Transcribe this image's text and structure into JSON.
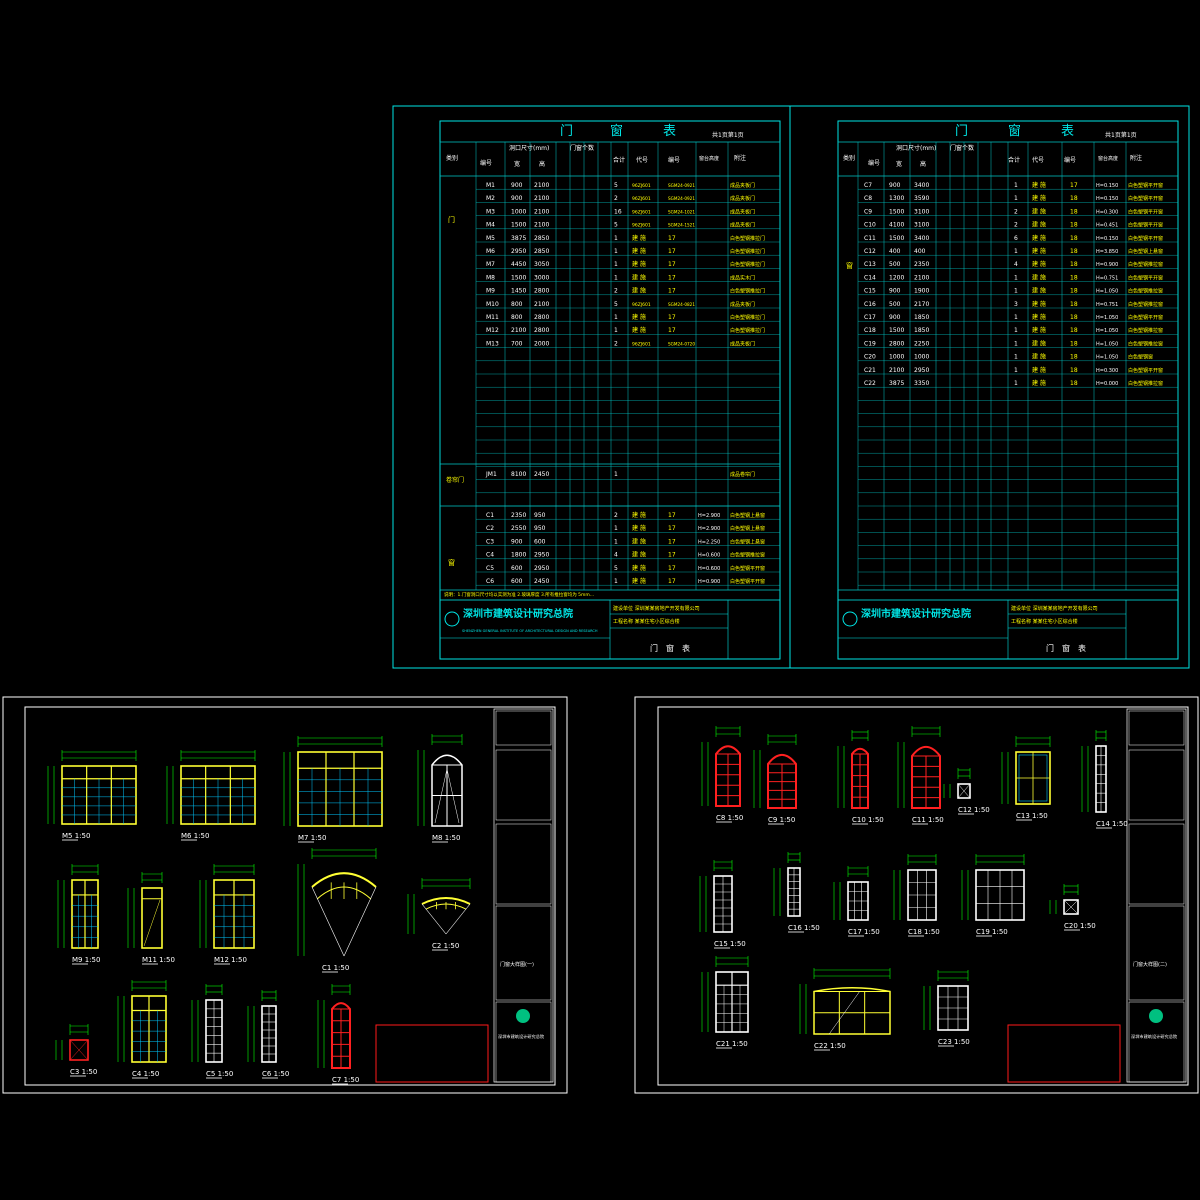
{
  "colors": {
    "frame": "#00e5e5",
    "table_grid": "#00c8c8",
    "text_main": "#ffffff",
    "text_yellow": "#ffff00",
    "elev_yellow": "#ffff33",
    "elev_red": "#ff2020",
    "dim_green": "#00ff00",
    "title_block": "#ffffff",
    "stamp_red": "#ff1a1a"
  },
  "sheet1": {
    "title_chars": [
      "门",
      "窗",
      "表"
    ],
    "sheet_no": "共1页第1页",
    "col_headers": {
      "category": "类别",
      "code": "编号",
      "size": "洞口尺寸(mm)",
      "width": "宽",
      "height": "高",
      "count": "门窗个数",
      "total": "合计",
      "code_ref": "代号",
      "serial": "编号",
      "sill": "窗台高度",
      "note": "附注"
    },
    "groups": {
      "door": "门",
      "rolling": "卷帘门",
      "window": "窗"
    },
    "door_rows": [
      {
        "code": "M1",
        "w": "900",
        "h": "2100",
        "total": "5",
        "ref": "96ZJ601",
        "ser": "SGM24-0921",
        "note": "成品夹板门"
      },
      {
        "code": "M2",
        "w": "900",
        "h": "2100",
        "total": "2",
        "ref": "96ZJ601",
        "ser": "SGM24-0921",
        "note": "成品夹板门"
      },
      {
        "code": "M3",
        "w": "1000",
        "h": "2100",
        "total": "16",
        "ref": "96ZJ601",
        "ser": "SGM24-1021",
        "note": "成品夹板门"
      },
      {
        "code": "M4",
        "w": "1500",
        "h": "2100",
        "total": "5",
        "ref": "96ZJ601",
        "ser": "SGM24-1521",
        "note": "成品夹板门"
      },
      {
        "code": "M5",
        "w": "3875",
        "h": "2850",
        "total": "1",
        "ref": "建 施",
        "ser": "17",
        "note": "白色塑钢推拉门"
      },
      {
        "code": "M6",
        "w": "2950",
        "h": "2850",
        "total": "1",
        "ref": "建 施",
        "ser": "17",
        "note": "白色塑钢推拉门"
      },
      {
        "code": "M7",
        "w": "4450",
        "h": "3050",
        "total": "1",
        "ref": "建 施",
        "ser": "17",
        "note": "白色塑钢推拉门"
      },
      {
        "code": "M8",
        "w": "1500",
        "h": "3000",
        "total": "1",
        "ref": "建 施",
        "ser": "17",
        "note": "成品实木门"
      },
      {
        "code": "M9",
        "w": "1450",
        "h": "2800",
        "total": "2",
        "ref": "建 施",
        "ser": "17",
        "note": "白色塑钢推拉门"
      },
      {
        "code": "M10",
        "w": "800",
        "h": "2100",
        "total": "5",
        "ref": "96ZJ601",
        "ser": "SGM24-0821",
        "note": "成品夹板门"
      },
      {
        "code": "M11",
        "w": "800",
        "h": "2800",
        "total": "1",
        "ref": "建 施",
        "ser": "17",
        "note": "白色塑钢推拉门"
      },
      {
        "code": "M12",
        "w": "2100",
        "h": "2800",
        "total": "1",
        "ref": "建 施",
        "ser": "17",
        "note": "白色塑钢推拉门"
      },
      {
        "code": "M13",
        "w": "700",
        "h": "2000",
        "total": "2",
        "ref": "96ZJ601",
        "ser": "SGM24-0720",
        "note": "成品夹板门"
      }
    ],
    "rolling_rows": [
      {
        "code": "JM1",
        "w": "8100",
        "h": "2450",
        "total": "1",
        "ref": "",
        "ser": "",
        "note": "成品卷帘门"
      }
    ],
    "window_rows": [
      {
        "code": "C1",
        "w": "2350",
        "h": "950",
        "total": "2",
        "ref": "建 施",
        "ser": "17",
        "sill": "H=2.900",
        "note": "白色塑钢上悬窗"
      },
      {
        "code": "C2",
        "w": "2550",
        "h": "950",
        "total": "1",
        "ref": "建 施",
        "ser": "17",
        "sill": "H=2.900",
        "note": "白色塑钢上悬窗"
      },
      {
        "code": "C3",
        "w": "900",
        "h": "600",
        "total": "1",
        "ref": "建 施",
        "ser": "17",
        "sill": "H=2.250",
        "note": "白色塑钢上悬窗"
      },
      {
        "code": "C4",
        "w": "1800",
        "h": "2950",
        "total": "4",
        "ref": "建 施",
        "ser": "17",
        "sill": "H=0.600",
        "note": "白色塑钢推拉窗"
      },
      {
        "code": "C5",
        "w": "600",
        "h": "2950",
        "total": "5",
        "ref": "建 施",
        "ser": "17",
        "sill": "H=0.600",
        "note": "白色塑钢平开窗"
      },
      {
        "code": "C6",
        "w": "600",
        "h": "2450",
        "total": "1",
        "ref": "建 施",
        "ser": "17",
        "sill": "H=0.900",
        "note": "白色塑钢平开窗"
      }
    ],
    "footnote": "说明：1.门窗洞口尺寸均以实测为准 2.玻璃厚度 3.所有推拉窗均为 5mm...",
    "company": "深圳市建筑设计研究总院",
    "company_en": "SHENZHEN GENERAL INSTITUTE OF ARCHITECTURAL DESIGN AND RESEARCH",
    "client_line": "建设单位 深圳某某房地产开发有限公司",
    "project_line": "工程名称 某某住宅小区综合楼",
    "drawing_name": "门　窗　表"
  },
  "sheet2": {
    "title_chars": [
      "门",
      "窗",
      "表"
    ],
    "sheet_no": "共1页第1页",
    "window_rows": [
      {
        "code": "C7",
        "w": "900",
        "h": "3400",
        "total": "1",
        "ref": "建 施",
        "ser": "17",
        "sill": "H=0.150",
        "note": "白色塑钢平开窗"
      },
      {
        "code": "C8",
        "w": "1300",
        "h": "3590",
        "total": "1",
        "ref": "建 施",
        "ser": "18",
        "sill": "H=0.150",
        "note": "白色塑钢平开窗"
      },
      {
        "code": "C9",
        "w": "1500",
        "h": "3100",
        "total": "2",
        "ref": "建 施",
        "ser": "18",
        "sill": "H=0.300",
        "note": "白色塑钢平开窗"
      },
      {
        "code": "C10",
        "w": "4100",
        "h": "3100",
        "total": "2",
        "ref": "建 施",
        "ser": "18",
        "sill": "H=0.451",
        "note": "白色塑钢平开窗"
      },
      {
        "code": "C11",
        "w": "1500",
        "h": "3400",
        "total": "6",
        "ref": "建 施",
        "ser": "18",
        "sill": "H=0.150",
        "note": "白色塑钢平开窗"
      },
      {
        "code": "C12",
        "w": "400",
        "h": "400",
        "total": "1",
        "ref": "建 施",
        "ser": "18",
        "sill": "H=3.850",
        "note": "白色塑钢上悬窗"
      },
      {
        "code": "C13",
        "w": "500",
        "h": "2350",
        "total": "4",
        "ref": "建 施",
        "ser": "18",
        "sill": "H=0.900",
        "note": "白色塑钢推拉窗"
      },
      {
        "code": "C14",
        "w": "1200",
        "h": "2100",
        "total": "1",
        "ref": "建 施",
        "ser": "18",
        "sill": "H=0.751",
        "note": "白色塑钢平开窗"
      },
      {
        "code": "C15",
        "w": "900",
        "h": "1900",
        "total": "1",
        "ref": "建 施",
        "ser": "18",
        "sill": "H=1.050",
        "note": "白色塑钢推拉窗"
      },
      {
        "code": "C16",
        "w": "500",
        "h": "2170",
        "total": "3",
        "ref": "建 施",
        "ser": "18",
        "sill": "H=0.751",
        "note": "白色塑钢推拉窗"
      },
      {
        "code": "C17",
        "w": "900",
        "h": "1850",
        "total": "1",
        "ref": "建 施",
        "ser": "18",
        "sill": "H=1.050",
        "note": "白色塑钢平开窗"
      },
      {
        "code": "C18",
        "w": "1500",
        "h": "1850",
        "total": "1",
        "ref": "建 施",
        "ser": "18",
        "sill": "H=1.050",
        "note": "白色塑钢推拉窗"
      },
      {
        "code": "C19",
        "w": "2800",
        "h": "2250",
        "total": "1",
        "ref": "建 施",
        "ser": "18",
        "sill": "H=1.050",
        "note": "白色塑钢推拉窗"
      },
      {
        "code": "C20",
        "w": "1000",
        "h": "1000",
        "total": "1",
        "ref": "建 施",
        "ser": "18",
        "sill": "H=1.050",
        "note": "白色塑钢窗"
      },
      {
        "code": "C21",
        "w": "2100",
        "h": "2950",
        "total": "1",
        "ref": "建 施",
        "ser": "18",
        "sill": "H=0.300",
        "note": "白色塑钢平开窗"
      },
      {
        "code": "C22",
        "w": "3875",
        "h": "3350",
        "total": "1",
        "ref": "建 施",
        "ser": "18",
        "sill": "H=0.000",
        "note": "白色塑钢推拉窗"
      }
    ],
    "company": "深圳市建筑设计研究总院",
    "client_line": "建设单位 深圳某某房地产开发有限公司",
    "project_line": "工程名称 某某住宅小区综合楼",
    "drawing_name": "门　窗　表"
  },
  "sheet3": {
    "elevations": [
      {
        "label": "M5 1:50",
        "kind": "slider",
        "panels": 3,
        "color": "yellow"
      },
      {
        "label": "M6 1:50",
        "kind": "slider",
        "panels": 3,
        "color": "yellow"
      },
      {
        "label": "M7 1:50",
        "kind": "slider",
        "panels": 3,
        "color": "yellow"
      },
      {
        "label": "M8 1:50",
        "kind": "arch",
        "color": "white"
      },
      {
        "label": "M9 1:50",
        "kind": "slider",
        "panels": 2,
        "color": "yellow"
      },
      {
        "label": "M11 1:50",
        "kind": "single",
        "color": "yellow"
      },
      {
        "label": "M12 1:50",
        "kind": "slider",
        "panels": 2,
        "color": "yellow"
      },
      {
        "label": "C1 1:50",
        "kind": "fan",
        "color": "yellow"
      },
      {
        "label": "C2 1:50",
        "kind": "fan_small",
        "color": "yellow"
      },
      {
        "label": "C3 1:50",
        "kind": "small",
        "color": "red"
      },
      {
        "label": "C4 1:50",
        "kind": "slider",
        "panels": 2,
        "color": "yellow"
      },
      {
        "label": "C5 1:50",
        "kind": "tall",
        "color": "white"
      },
      {
        "label": "C6 1:50",
        "kind": "tall",
        "color": "white"
      },
      {
        "label": "C7 1:50",
        "kind": "tall_arch",
        "color": "red"
      }
    ],
    "drawing_name": "门窗大样图(一)",
    "company": "深圳市建筑设计研究总院"
  },
  "sheet4": {
    "elevations": [
      {
        "label": "C8 1:50",
        "kind": "tall_arch",
        "color": "red"
      },
      {
        "label": "C9 1:50",
        "kind": "tall_arch",
        "color": "red"
      },
      {
        "label": "C10 1:50",
        "kind": "tall_arch",
        "color": "red"
      },
      {
        "label": "C11 1:50",
        "kind": "tall_arch",
        "color": "red"
      },
      {
        "label": "C12 1:50",
        "kind": "small",
        "color": "white"
      },
      {
        "label": "C13 1:50",
        "kind": "box",
        "color": "yellow"
      },
      {
        "label": "C14 1:50",
        "kind": "tall",
        "color": "white"
      },
      {
        "label": "C15 1:50",
        "kind": "tall",
        "color": "white"
      },
      {
        "label": "C16 1:50",
        "kind": "tall",
        "color": "white"
      },
      {
        "label": "C17 1:50",
        "kind": "grid",
        "color": "white"
      },
      {
        "label": "C18 1:50",
        "kind": "grid",
        "color": "white"
      },
      {
        "label": "C19 1:50",
        "kind": "wide",
        "color": "white"
      },
      {
        "label": "C20 1:50",
        "kind": "small",
        "color": "white"
      },
      {
        "label": "C21 1:50",
        "kind": "slider",
        "panels": 2,
        "color": "white"
      },
      {
        "label": "C22 1:50",
        "kind": "arch_wide",
        "color": "yellow"
      },
      {
        "label": "C23 1:50",
        "kind": "grid",
        "color": "white"
      }
    ],
    "drawing_name": "门窗大样图(二)",
    "company": "深圳市建筑设计研究总院"
  }
}
